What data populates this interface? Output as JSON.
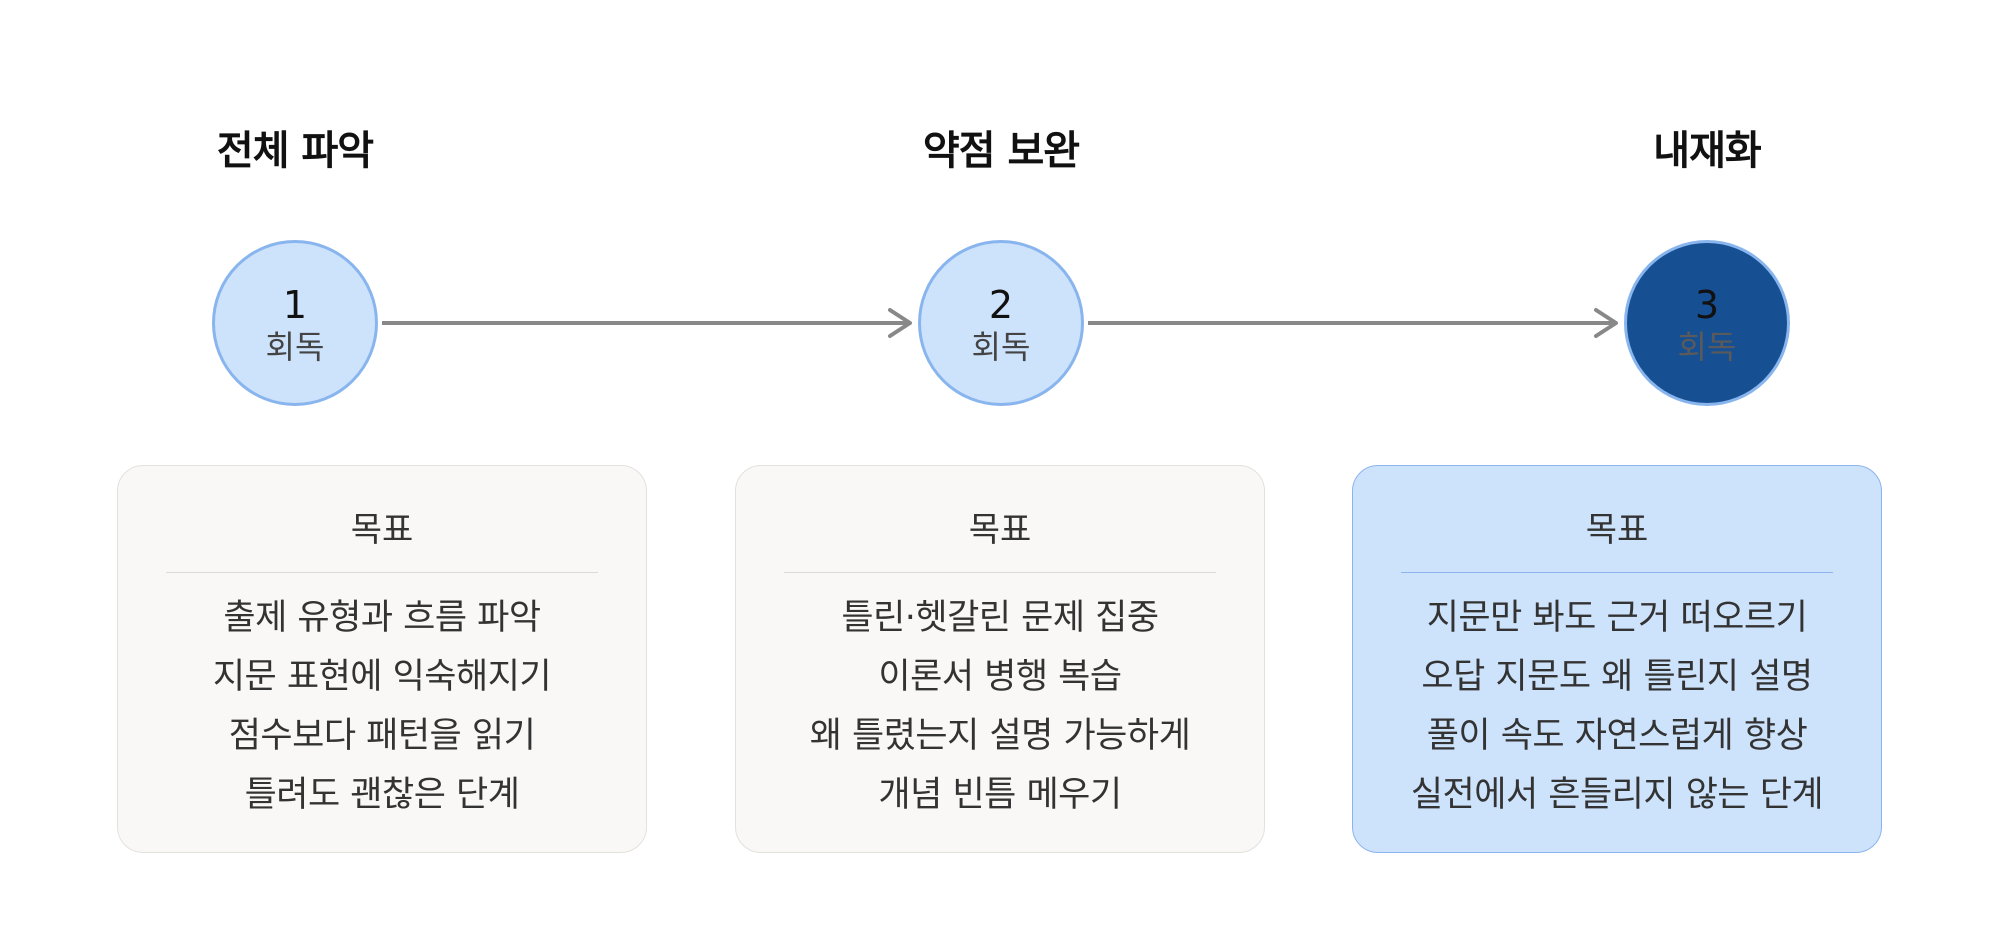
{
  "stages": [
    {
      "title": "전체 파악",
      "number": "1",
      "label": "회독",
      "active": false,
      "card": {
        "heading": "목표",
        "items": [
          "출제 유형과 흐름 파악",
          "지문 표현에 익숙해지기",
          "점수보다 패턴을 읽기",
          "틀려도 괜찮은 단계"
        ]
      }
    },
    {
      "title": "약점 보완",
      "number": "2",
      "label": "회독",
      "active": false,
      "card": {
        "heading": "목표",
        "items": [
          "틀린·헷갈린 문제 집중",
          "이론서 병행 복습",
          "왜 틀렸는지 설명 가능하게",
          "개념 빈틈 메우기"
        ]
      }
    },
    {
      "title": "내재화",
      "number": "3",
      "label": "회독",
      "active": true,
      "card": {
        "heading": "목표",
        "items": [
          "지문만 봐도 근거 떠오르기",
          "오답 지문도 왜 틀린지 설명",
          "풀이 속도 자연스럽게 향상",
          "실전에서 흔들리지 않는 단계"
        ]
      }
    }
  ],
  "colors": {
    "node_fill": "#cde2fb",
    "node_border": "#89b5ee",
    "active_node_fill": "#174f93",
    "arrow": "#888888",
    "card_fill": "#f9f8f6",
    "highlight_card_fill": "#cde2fb"
  }
}
